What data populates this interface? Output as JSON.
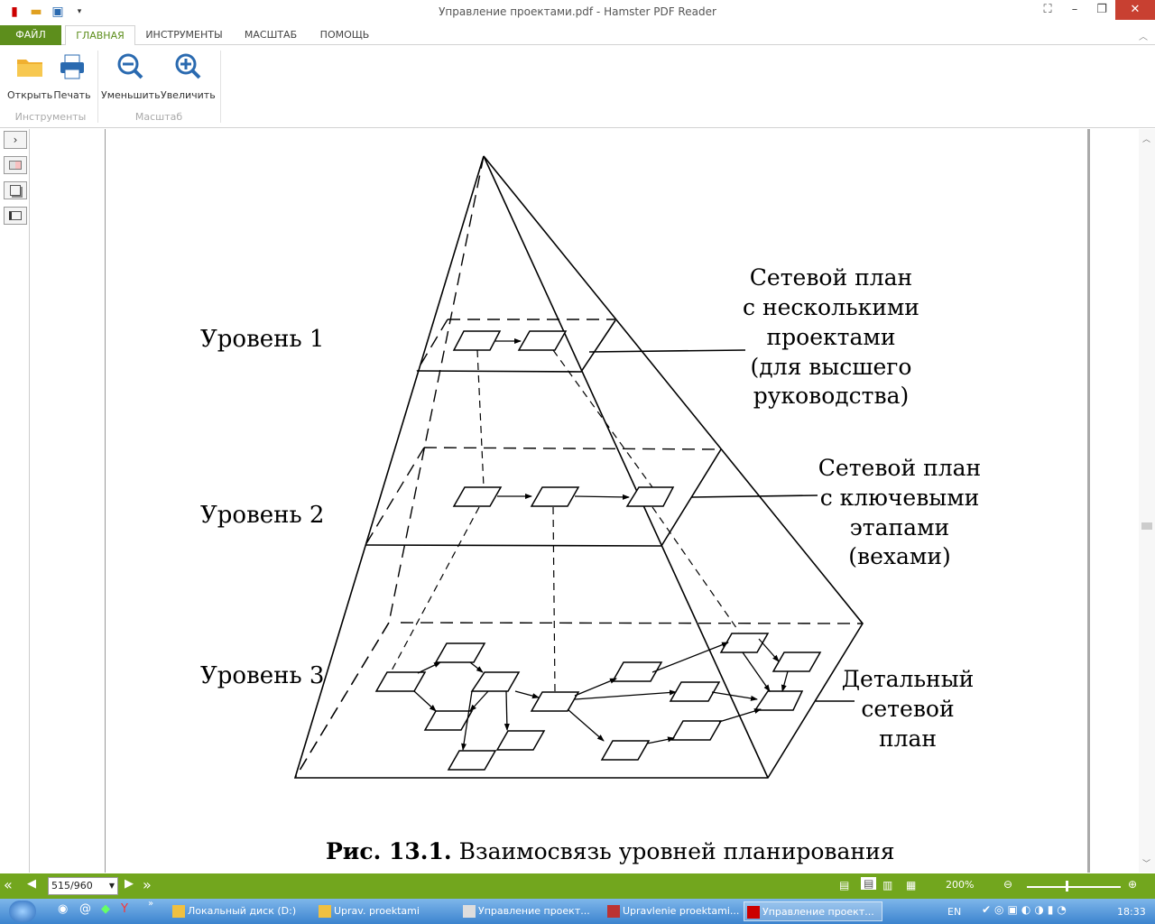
{
  "window": {
    "title": "Управление проектами.pdf - Hamster PDF Reader"
  },
  "tabs": [
    {
      "label": "ФАЙЛ"
    },
    {
      "label": "ГЛАВНАЯ"
    },
    {
      "label": "ИНСТРУМЕНТЫ"
    },
    {
      "label": "МАСШТАБ"
    },
    {
      "label": "ПОМОЩЬ"
    }
  ],
  "ribbon": {
    "open_label": "Открыть",
    "print_label": "Печать",
    "zoom_out_label": "Уменьшить",
    "zoom_in_label": "Увеличить",
    "group_tools": "Инструменты",
    "group_zoom": "Масштаб"
  },
  "document": {
    "level1": "Уровень 1",
    "level2": "Уровень 2",
    "level3": "Уровень 3",
    "note1": [
      "Сетевой план",
      "с несколькими",
      "проектами",
      "(для высшего",
      "руководства)"
    ],
    "note2": [
      "Сетевой план",
      "с ключевыми",
      "этапами",
      "(вехами)"
    ],
    "note3": [
      "Детальный",
      "сетевой",
      "план"
    ],
    "caption_bold": "Рис. 13.1.",
    "caption_text": "Взаимосвязь уровней планирования"
  },
  "statusbar": {
    "page": "515/960",
    "zoom": "200%"
  },
  "taskbar": {
    "items": [
      "Локальный диск (D:)",
      "Uprav. proektami",
      "Управление проект...",
      "Upravlenie proektami...",
      "Управление проект..."
    ],
    "lang": "EN",
    "time": "18:33"
  },
  "colors": {
    "accent": "#5d8e1c",
    "statusbar": "#72a61e",
    "close": "#c84031"
  }
}
